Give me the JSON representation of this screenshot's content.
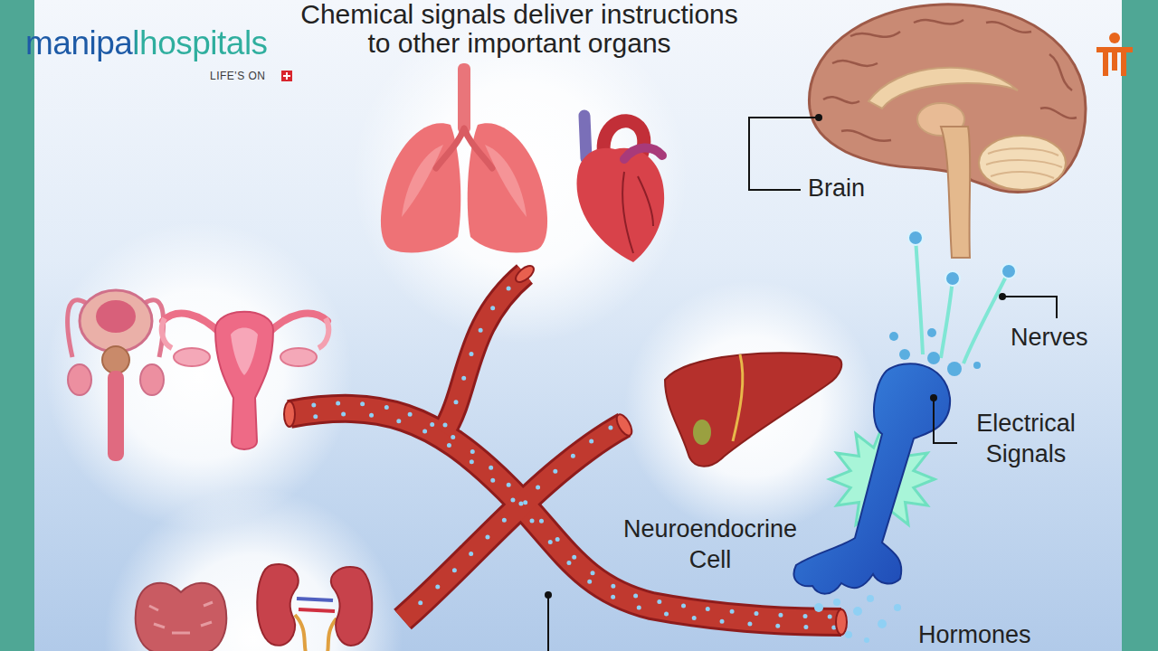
{
  "diagram": {
    "title": "Chemical signals deliver instructions to other important organs",
    "labels": [
      "manipalhospitals",
      "LIFE'S ON",
      "Brain",
      "Nerves",
      "Electrical Signals",
      "Neuroendocrine Cell",
      "Hormones"
    ]
  }
}
